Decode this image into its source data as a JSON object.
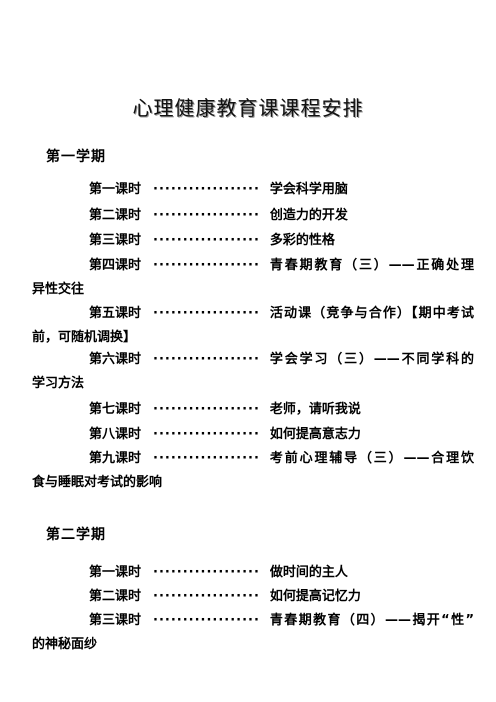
{
  "title": "心理健康教育课课程安排",
  "semesters": [
    {
      "label": "第一学期",
      "lessons": [
        {
          "lesson": "第一课时",
          "dots": "··················",
          "topic": "学会科学用脑",
          "cont": ""
        },
        {
          "lesson": "第二课时",
          "dots": "··················",
          "topic": "创造力的开发",
          "cont": ""
        },
        {
          "lesson": "第三课时",
          "dots": "··················",
          "topic": "多彩的性格",
          "cont": ""
        },
        {
          "lesson": "第四课时",
          "dots": "··················",
          "topic": "青春期教育（三）——正确处理",
          "cont": "异性交往"
        },
        {
          "lesson": "第五课时",
          "dots": "··················",
          "topic": "活动课（竞争与合作）【期中考试",
          "cont": "前，可随机调换】"
        },
        {
          "lesson": "第六课时",
          "dots": "··················",
          "topic": "学会学习（三）——不同学科的",
          "cont": "学习方法"
        },
        {
          "lesson": "第七课时",
          "dots": "··················",
          "topic": "老师，请听我说",
          "cont": ""
        },
        {
          "lesson": "第八课时",
          "dots": "··················",
          "topic": "如何提高意志力",
          "cont": ""
        },
        {
          "lesson": "第九课时",
          "dots": "··················",
          "topic": "考前心理辅导（三）——合理饮",
          "cont": "食与睡眠对考试的影响"
        }
      ]
    },
    {
      "label": "第二学期",
      "lessons": [
        {
          "lesson": "第一课时",
          "dots": "··················",
          "topic": "做时间的主人",
          "cont": ""
        },
        {
          "lesson": "第二课时",
          "dots": "··················",
          "topic": "如何提高记忆力",
          "cont": ""
        },
        {
          "lesson": "第三课时",
          "dots": "··················",
          "topic": "青春期教育（四）——揭开“性”",
          "cont": "的神秘面纱"
        }
      ]
    }
  ]
}
